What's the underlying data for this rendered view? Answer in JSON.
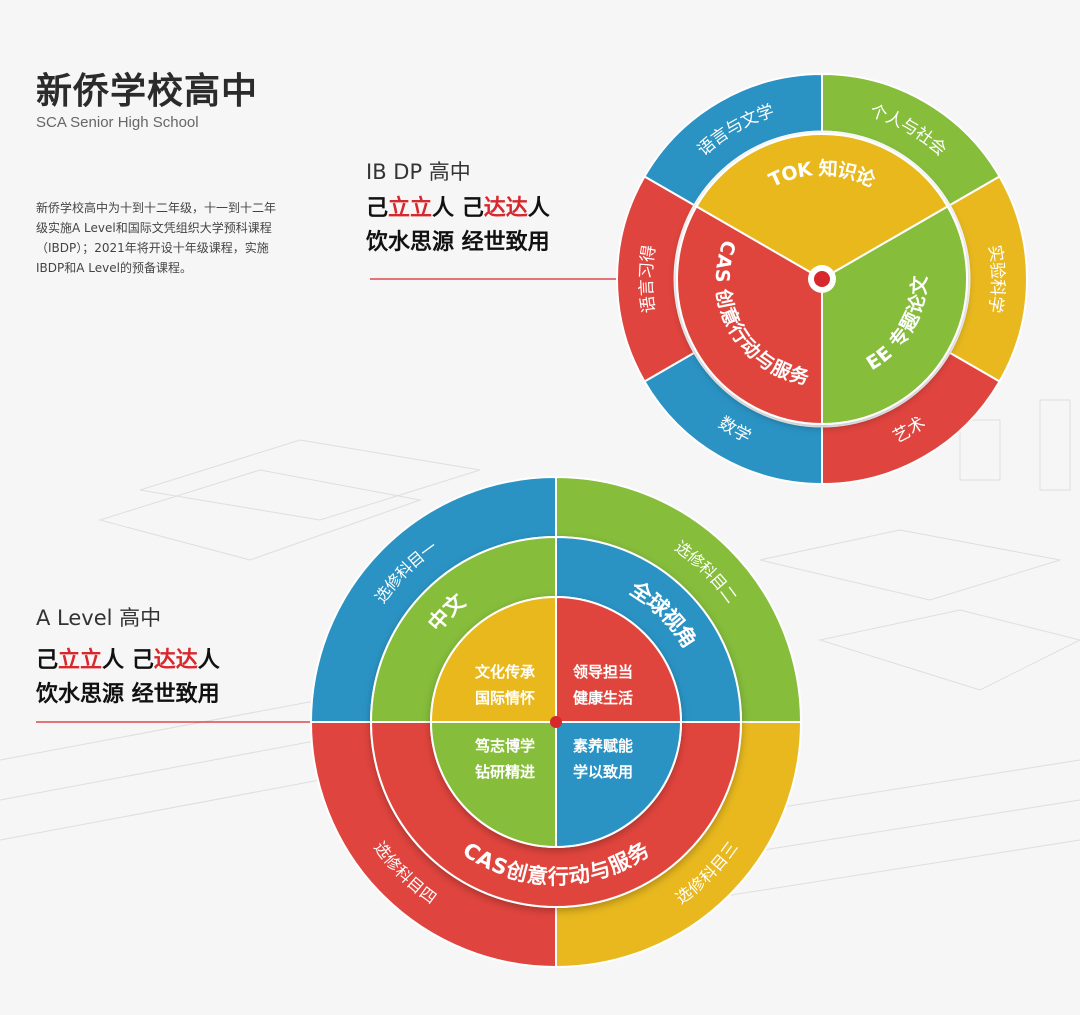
{
  "header": {
    "title": "新侨学校高中",
    "subtitle": "SCA Senior High School",
    "intro": "新侨学校高中为十到十二年级，十一到十二年级实施A Level和国际文凭组织大学预科课程（IBDP）；2021年将开设十年级课程，实施IBDP和A Level的预备课程。"
  },
  "ibdp": {
    "title": "IB DP 高中",
    "motto": {
      "a1": "己",
      "a2": "立立",
      "a3": "人  己",
      "a4": "达达",
      "a5": "人",
      "line2": "饮水思源  经世致用"
    },
    "outer": [
      "语言与文学",
      "个人与社会",
      "实验科学",
      "艺术",
      "数学",
      "语言习得"
    ],
    "core": [
      "TOK  知识论",
      "EE  专题论文",
      "CAS  创意行动与服务"
    ]
  },
  "alevel": {
    "title": "A Level 高中",
    "motto": {
      "a1": "己",
      "a2": "立立",
      "a3": "人  己",
      "a4": "达达",
      "a5": "人",
      "line2": "饮水思源  经世致用"
    },
    "outer": [
      "选修科目一",
      "选修科目二",
      "选修科目三",
      "选修科目四"
    ],
    "middle": [
      "中文",
      "全球视角",
      "CAS创意行动与服务"
    ],
    "inner": [
      [
        "文化传承",
        "国际情怀"
      ],
      [
        "领导担当",
        "健康生活"
      ],
      [
        "素养赋能",
        "学以致用"
      ],
      [
        "笃志博学",
        "钻研精进"
      ]
    ]
  },
  "colors": {
    "blue": "#2a93c4",
    "green": "#86bd3b",
    "yellow": "#e8b81e",
    "red": "#e0443e",
    "accent_red": "#d6282d"
  }
}
